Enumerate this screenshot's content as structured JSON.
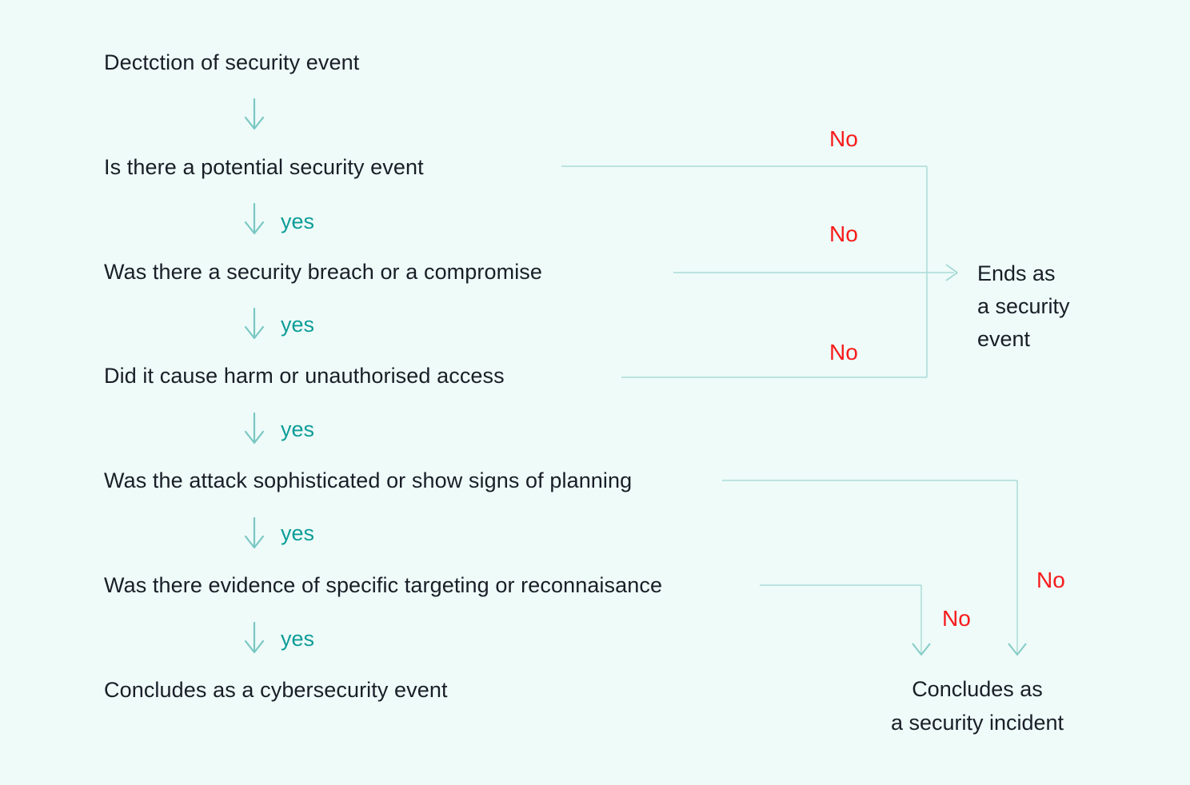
{
  "palette": {
    "background": "#eefbf9",
    "text": "#191e27",
    "yes_teal": "#0d9c97",
    "arrow_teal": "#79c7c3",
    "connector_teal": "#abdbd8",
    "no_red": "#f71b1b"
  },
  "flow": {
    "start": "Dectction of security event",
    "questions": [
      "Is there a potential security event",
      "Was there a security breach or a compromise",
      "Did it cause harm or unauthorised access",
      "Was the attack sophisticated or show signs of planning",
      "Was there evidence of specific targeting or reconnaisance"
    ],
    "yes_label": "yes",
    "no_label": "No",
    "outcome_cyber": "Concludes as a cybersecurity event",
    "outcome_event": {
      "line1": "Ends as",
      "line2": "a security",
      "line3": "event"
    },
    "outcome_incident": {
      "line1": "Concludes as",
      "line2": "a security incident"
    }
  }
}
